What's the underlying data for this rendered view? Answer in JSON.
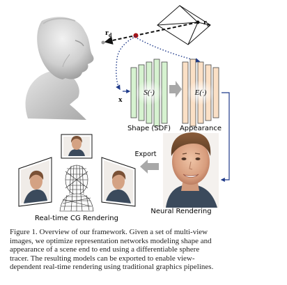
{
  "figure": {
    "labels": {
      "r_d": "r",
      "r_d_sub": "d",
      "r_o": "r",
      "r_o_sub": "o",
      "x": "x",
      "shape_func": "S(·)",
      "appearance_func": "E(·)",
      "shape_label": "Shape (SDF)",
      "appearance_label": "Appearance",
      "export_label": "Export",
      "neural_label": "Neural Rendering",
      "cg_label": "Real-time CG Rendering"
    },
    "colors": {
      "shape_layer": "#d6f2d0",
      "appearance_layer": "#fbe0c6",
      "ray_point": "#a4161a",
      "arrow_gray": "#a8a8a8"
    }
  },
  "caption": {
    "lines": [
      "Figure 1. Overview of our framework.  Given a set of multi-view",
      "images, we optimize representation networks modeling shape and",
      "appearance of a scene end to end using a differentiable sphere",
      "tracer.  The resulting models can be exported to enable view-",
      "dependent real-time rendering using traditional graphics pipelines."
    ]
  }
}
